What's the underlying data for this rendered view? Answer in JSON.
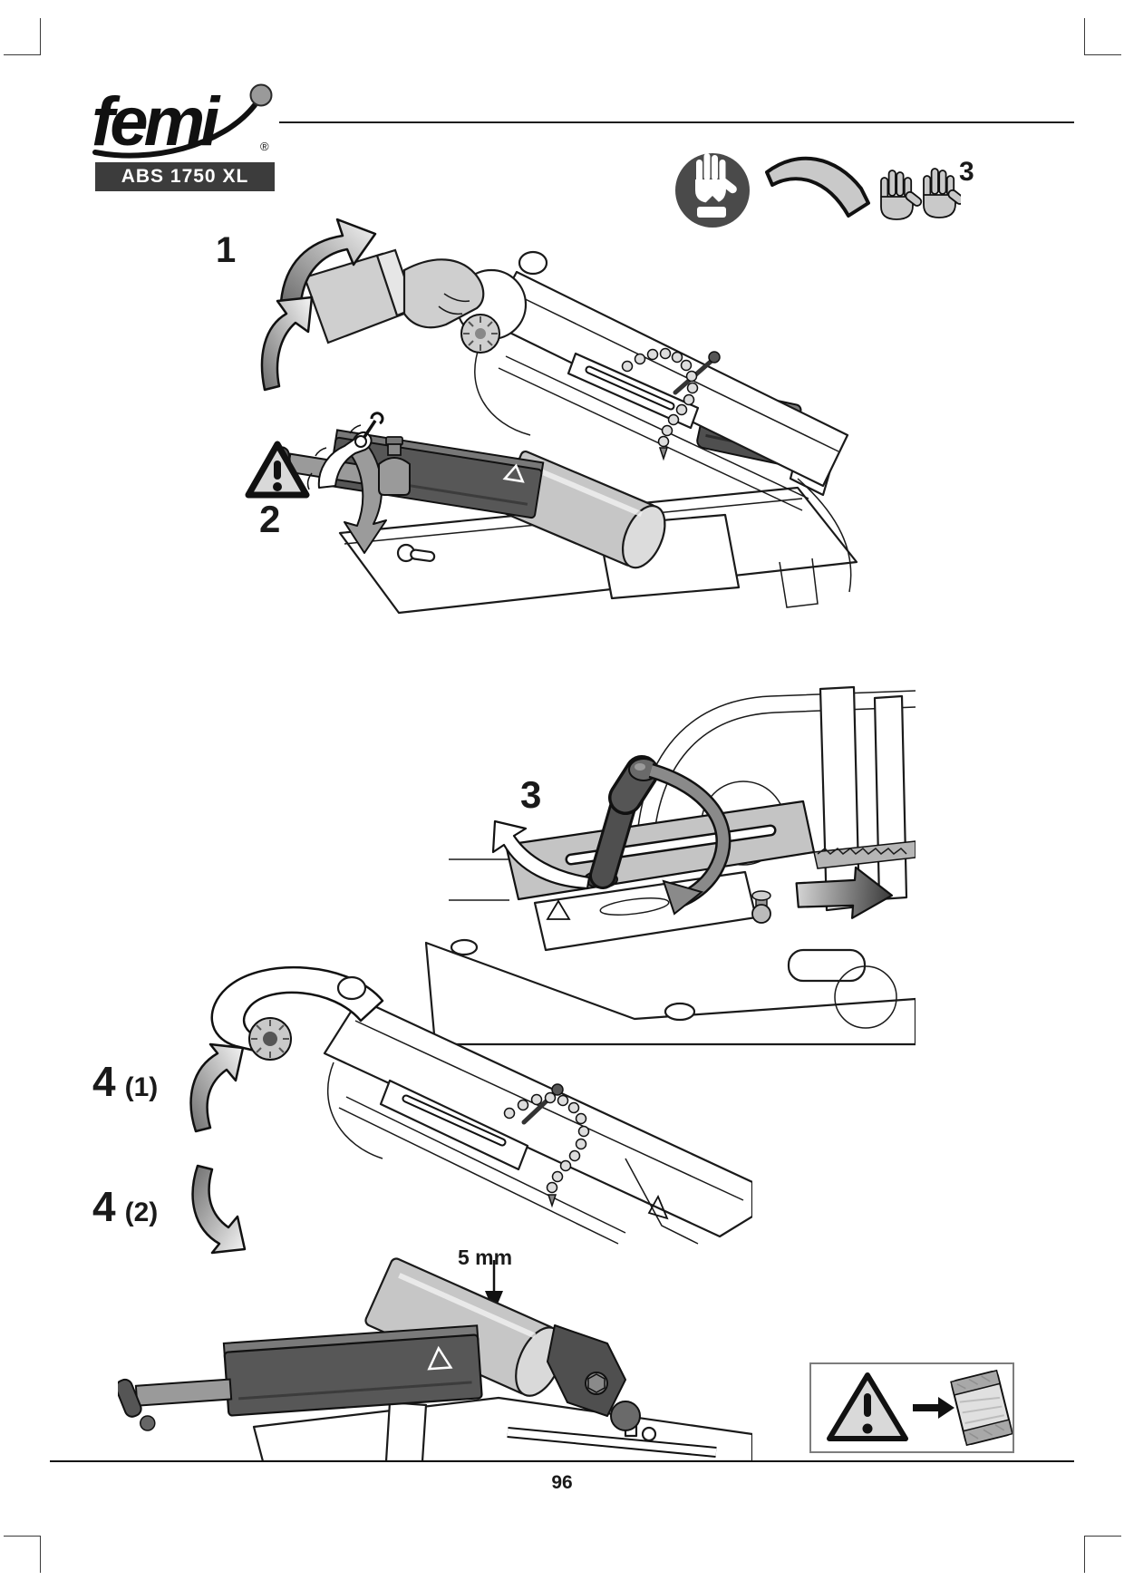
{
  "header": {
    "brand": "femi",
    "registered": "®",
    "model_badge": "ABS 1750 XL"
  },
  "safety": {
    "gloves_circle_icon": "wear-protective-gloves",
    "blade_icon": "bent-saw-blade-strip",
    "gloves_pair_icon": "hold-with-both-gloved-hands",
    "chapter_ref": "3"
  },
  "steps": {
    "s1": "1",
    "s2": "2",
    "s3": "3",
    "s4a": "4",
    "s4a_sub": "(1)",
    "s4b": "4",
    "s4b_sub": "(2)",
    "blade_gap": "5 mm"
  },
  "icons": {
    "warning_triangle": "exclamation-triangle",
    "manual_effort": "arm-with-wrench",
    "oil_bottle": "lubricant-bottle",
    "package": "sealed-blade-bag",
    "rotation_arrows": "curved-gray-arrows"
  },
  "colors": {
    "ink": "#1a1a1a",
    "badge_bg": "#3c3c3c",
    "badge_text": "#ffffff",
    "light_gray": "#c9c9c9",
    "mid_gray": "#9a9a9a",
    "dark_gray": "#4f4f4f",
    "triangle_fill": "#d9d9d9"
  },
  "footer": {
    "page_number": "96"
  }
}
